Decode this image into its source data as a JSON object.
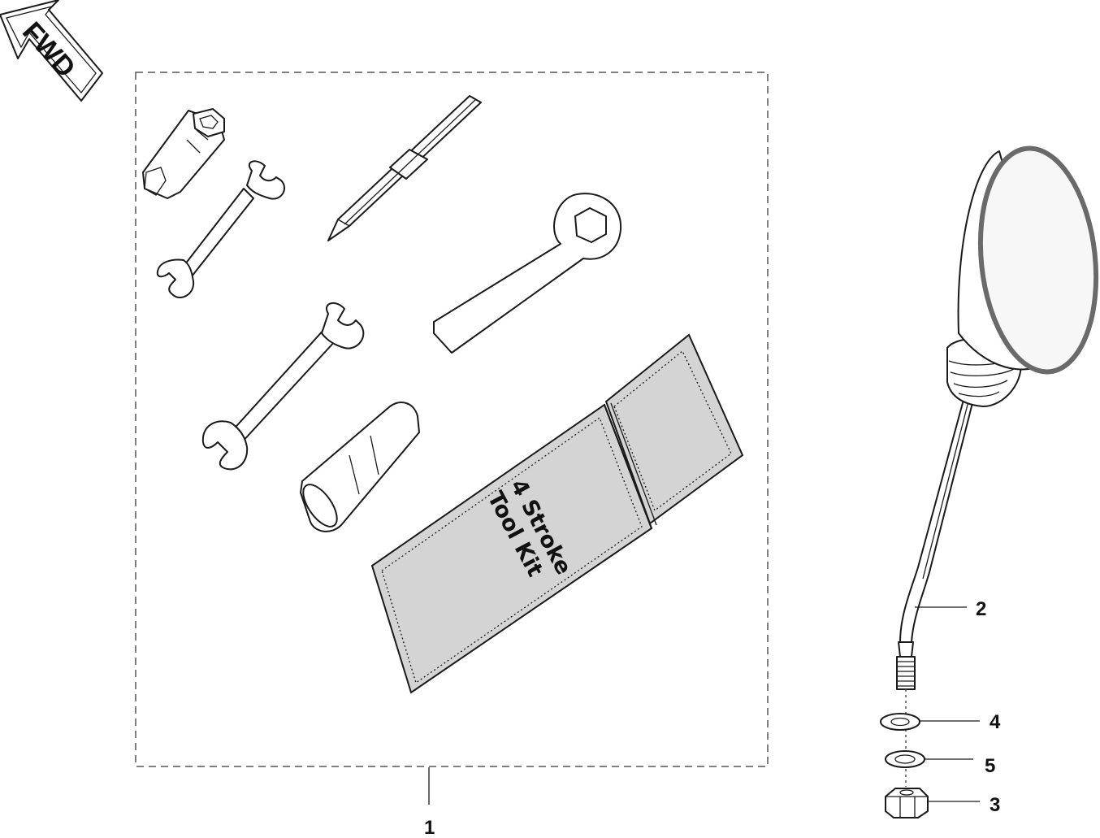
{
  "direction_marker": {
    "label": "FWD",
    "icon": "fwd-arrow-icon"
  },
  "tool_kit": {
    "pouch_label_line1": "4 Stroke",
    "pouch_label_line2": "Tool Kit",
    "pouch_color": "#d4d4d4"
  },
  "callouts": [
    {
      "label": "1",
      "part": "tool-kit"
    },
    {
      "label": "2",
      "part": "mirror"
    },
    {
      "label": "4",
      "part": "washer"
    },
    {
      "label": "5",
      "part": "washer"
    },
    {
      "label": "3",
      "part": "nut"
    }
  ],
  "colors": {
    "line": "#1a1a1a",
    "mirror_rim": "#6a6a6a",
    "mirror_glass": "#f7f7f7"
  }
}
